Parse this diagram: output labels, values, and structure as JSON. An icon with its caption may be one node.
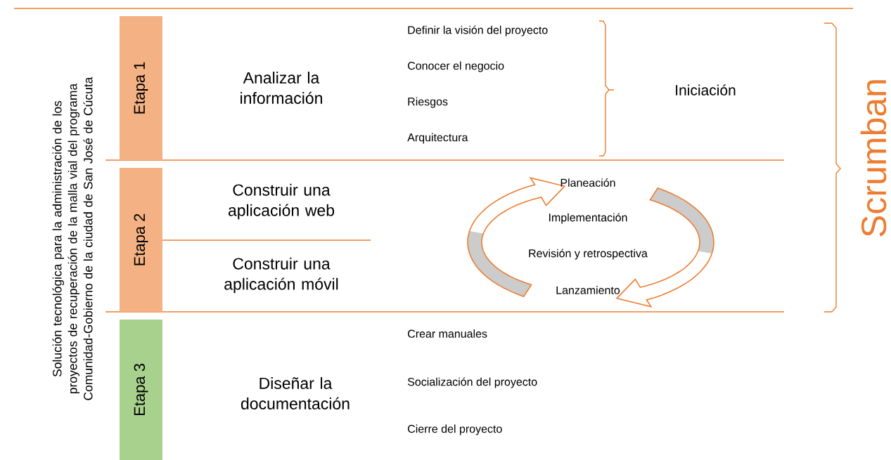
{
  "diagram": {
    "title": "Solución tecnológica para la administración de los proyectos de recuperación de la malla vial del programa Comunidad-Gobierno de la ciudad de San José de Cúcuta",
    "nodes": [
      {
        "text": [
          "Etapa 1"
        ]
      },
      {
        "text": [
          "Etapa 2"
        ]
      },
      {
        "text": [
          "Etapa 3"
        ]
      }
    ],
    "labels": [
      "Analizar la información",
      "Definir la visión del proyecto",
      "Conocer el negocio",
      "Riesgos",
      "Arquitectura",
      "Iniciación",
      "Scrumban",
      "Construir una aplicación web",
      "Planeación",
      "Implementación",
      "Revisión y retrospectiva",
      "Lanzamiento",
      "Construir una aplicación móvil",
      "Crear manuales",
      "Diseñar la documentación",
      "Socialización del proyecto",
      "Cierre del proyecto"
    ]
  }
}
